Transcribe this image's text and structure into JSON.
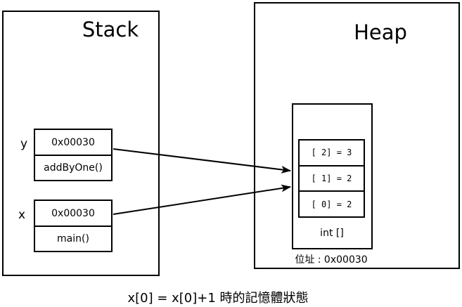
{
  "stack": {
    "title": "Stack",
    "frames": [
      {
        "label": "y",
        "address": "0x00030",
        "function": "addByOne()"
      },
      {
        "label": "x",
        "address": "0x00030",
        "function": "main()"
      }
    ]
  },
  "heap": {
    "title": "Heap",
    "object": {
      "cells": [
        "[ 2] = 3",
        "[ 1] = 2",
        "[ 0] = 2"
      ],
      "type_label": "int []",
      "address_label": "位址 : 0x00030"
    }
  },
  "caption": "x[0] = x[0]+1 時的記憶體狀態",
  "colors": {
    "line": "#000000",
    "background": "#ffffff"
  }
}
